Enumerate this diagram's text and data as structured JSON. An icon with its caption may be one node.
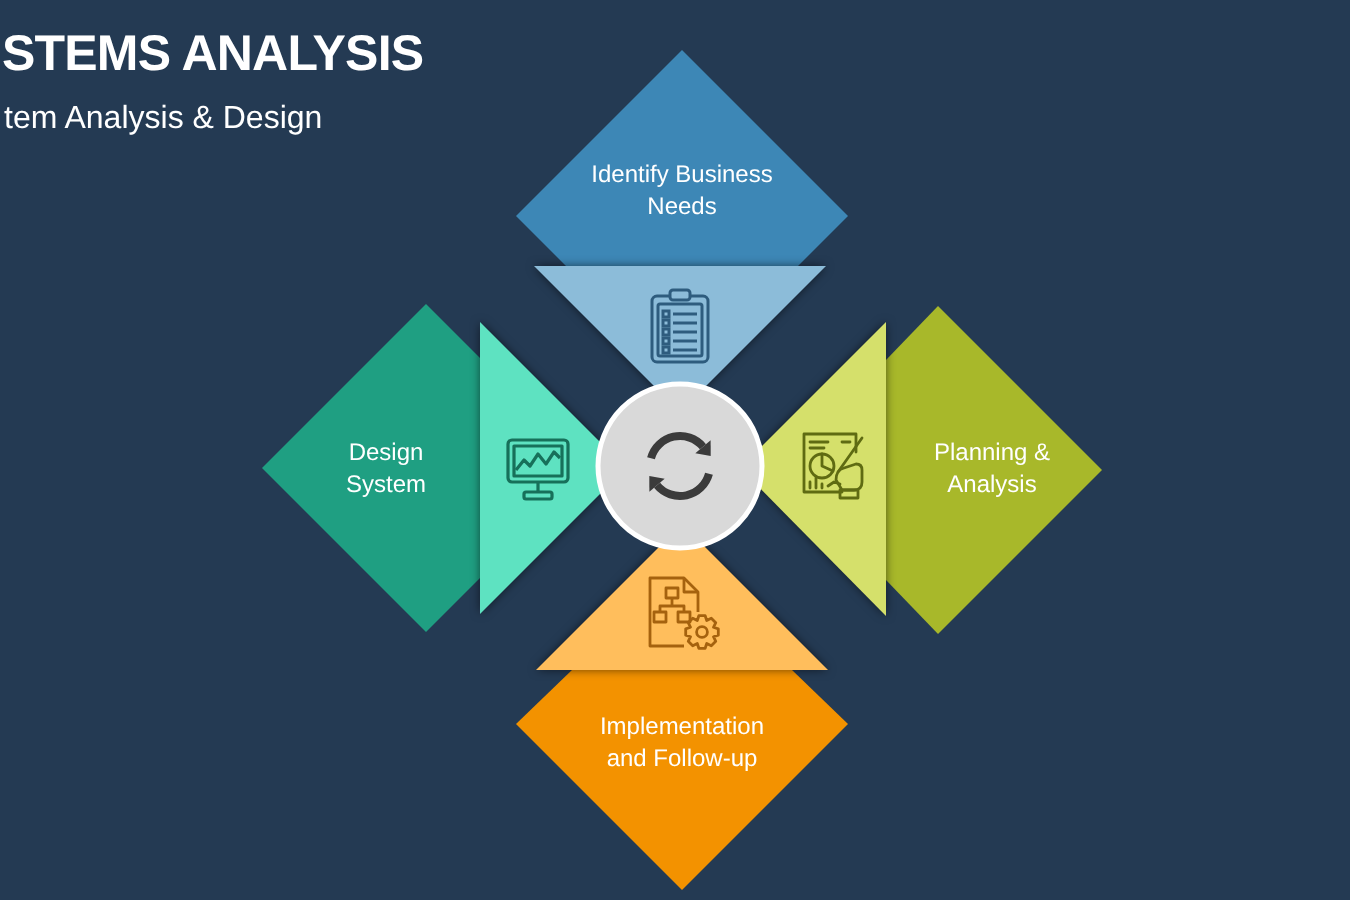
{
  "diagram": {
    "title": "STEMS ANALYSIS",
    "nodes": [
      {
        "text": [
          "Identify Business Needs"
        ]
      },
      {
        "text": [
          "Design System"
        ]
      },
      {
        "text": [
          "Planning & Analysis"
        ]
      },
      {
        "text": [
          "Implementation and Follow-up"
        ]
      }
    ],
    "labels": [
      "tem Analysis & Design"
    ]
  }
}
